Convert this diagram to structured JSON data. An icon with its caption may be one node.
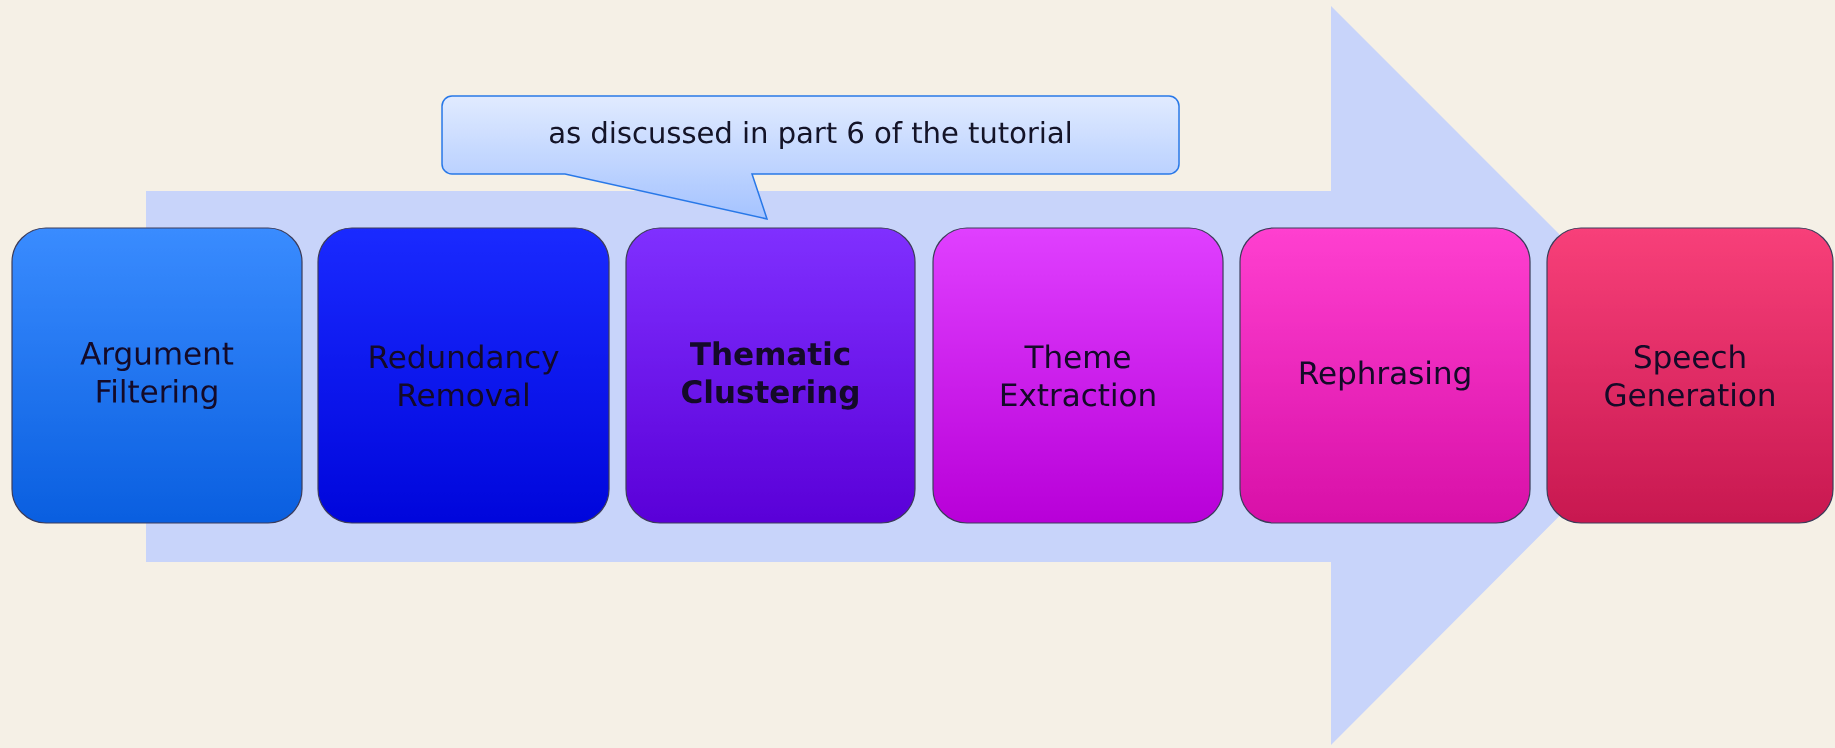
{
  "diagram": {
    "nodes": [
      {
        "text": [
          "Argument Filtering"
        ]
      },
      {
        "text": [
          "Redundancy Removal"
        ]
      },
      {
        "text": [
          "Thematic Clustering"
        ]
      },
      {
        "text": [
          "Theme Extraction"
        ]
      },
      {
        "text": [
          "Rephrasing"
        ]
      },
      {
        "text": [
          "Speech Generation"
        ]
      },
      {
        "text": [
          "as discussed in part 6 of the tutorial"
        ]
      }
    ],
    "edges": [
      {
        "from": 0,
        "to": 5,
        "arrow": "to"
      }
    ]
  }
}
